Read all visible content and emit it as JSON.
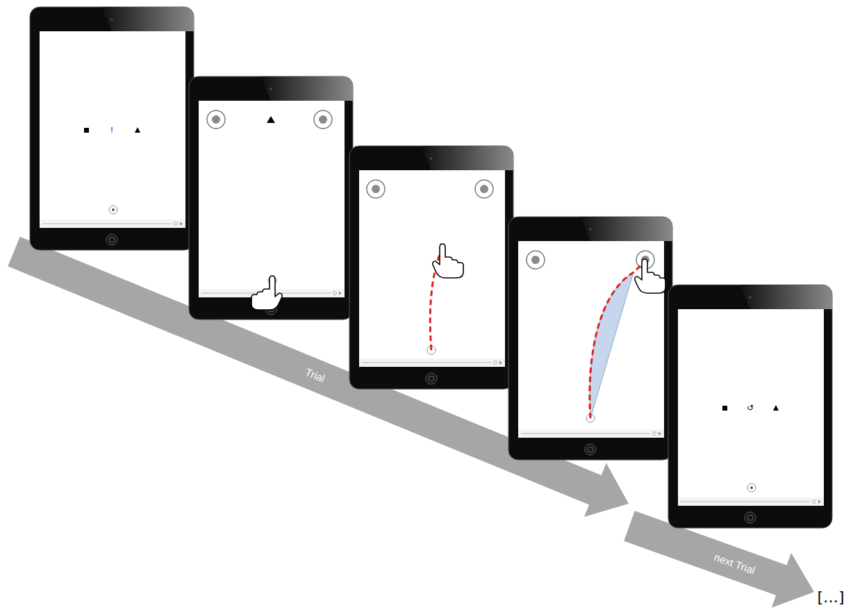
{
  "diagram": {
    "nodes": [
      {
        "text": [
          "Trial"
        ]
      },
      {
        "text": [
          "next Trial"
        ]
      }
    ],
    "labels": [
      "!",
      "↺",
      "[…]"
    ]
  }
}
